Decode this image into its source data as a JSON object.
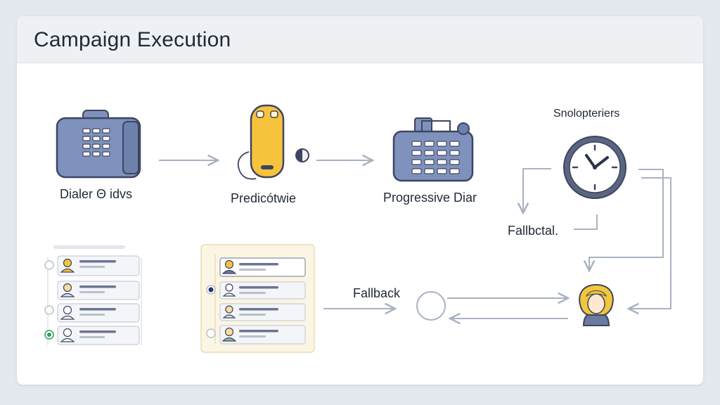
{
  "header": {
    "title": "Campaign Execution"
  },
  "nodes": {
    "dialer": {
      "label": "Dialer Θ idvs",
      "icon": "desk-phone-icon"
    },
    "predictive": {
      "label": "Predicótwie",
      "icon": "handset-icon"
    },
    "progressive": {
      "label": "Progressive Diar",
      "icon": "desk-phone-icon"
    },
    "scheduler": {
      "label": "Snolopteriers",
      "icon": "clock-icon"
    },
    "fallback_top": {
      "label": "Fallbctal."
    },
    "fallback_bottom": {
      "label": "Fallback"
    },
    "agent": {
      "icon": "agent-avatar-icon"
    }
  },
  "colors": {
    "phone_fill": "#7f92bd",
    "phone_stroke": "#3d4560",
    "handset_fill": "#f6c33c",
    "connector": "#a9b2c3",
    "queue_panel_tint": "#fbf5e4",
    "avatar_yellow": "#f3c63c",
    "avatar_body": "#6b7aa0",
    "selected_dot": "#2f9e5a",
    "active_dot": "#26376a"
  }
}
